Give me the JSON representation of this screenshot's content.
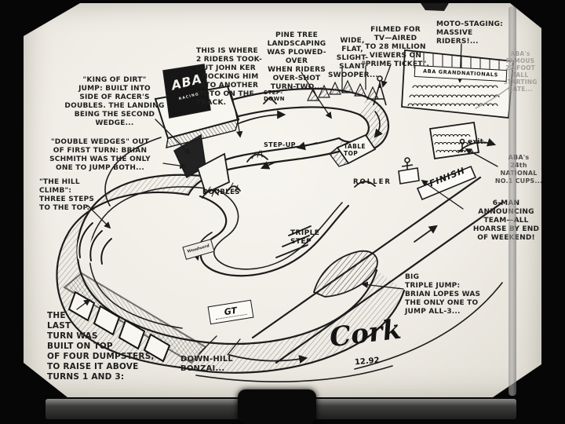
{
  "photo": {
    "description": "Hand-drawn isometric map of the ABA Grand Nationals BMX track, signed Cork 12.92",
    "ink_color": "#1c1c1c",
    "paper_color": "#f1efe8",
    "pencil_color": "#a3a09a"
  },
  "notes": {
    "king_of_dirt": "\"KING OF DIRT\"\nJUMP: BUILT INTO\nSIDE OF RACER'S\nDOUBLES. THE LANDING\nBEING THE SECOND\nWEDGE...",
    "double_wedges": "\"DOUBLE WEDGES\" OUT\nOF FIRST TURN: BRIAN\nSCHMITH WAS THE ONLY\nONE TO JUMP BOTH...",
    "hill_climb": "\"THE HILL\nCLIMB\":\nTHREE STEPS\nTO THE TOP...",
    "john_ker": "THIS IS WHERE\n2 RIDERS TOOK-\nOUT JOHN KER\nKNOCKING HIM\nINTO ANOTHER\nMOTO ON THE TRACK.",
    "pine_tree": "PINE TREE\nLANDSCAPING\nWAS PLOWED-OVER\nWHEN RIDERS\nOVER-SHOT\nTURN-TWO...",
    "swooper": "WIDE,\nFLAT,\nSLIGHT-SLANT\nSWOOPER...",
    "filmed_for_tv": "FILMED FOR\nTV—AIRED\nTO 28 MILLION\nVIEWERS ON\n\"PRIME TICKET\".",
    "moto_staging": "MOTO-STAGING:\nMASSIVE\nRIDERS!...",
    "starting_gate": "ABA's\nFAMOUS\n22-FOOT TALL\nSTARTING\nGATE...",
    "exit": "exit...",
    "national_cups": "ABA's\n24th\nNATIONAL\nNO.1 CUPS...",
    "announcing_team": "6-MAN\nANNOUNCING\nTEAM—ALL\nHOARSE BY END\nOF WEEKEND!",
    "big_triple_jump": "BIG\nTRIPLE JUMP:\nBRIAN LOPES WAS\nTHE ONLY ONE TO\nJUMP ALL-3...",
    "last_turn": "THE\nLAST\nTURN WAS\nBUILT ON TOP\nOF FOUR DUMPSTERS,\nTO RAISE IT ABOVE\nTURNS 1 AND 3:",
    "downhill_bonzai": "DOWN-HILL\nBONZAI..."
  },
  "track_labels": {
    "step_down": "STEP-\nDOWN",
    "step_up": "STEP-UP",
    "doubles": "DOUBLES",
    "table_top": "TABLE\nTOP",
    "roller": "ROLLER",
    "triple_step": "TRIPLE\nSTEP"
  },
  "signage": {
    "grandstand_banner": "ABA GRANDNATIONALS",
    "start_sign": "ABA",
    "start_sign_sub": "RACING",
    "finish_banner": "FINISH",
    "turn_sign_gt": "GT",
    "turn_sign_woodward": "Woodward"
  },
  "signature": {
    "name": "Cork",
    "date": "12.92"
  }
}
